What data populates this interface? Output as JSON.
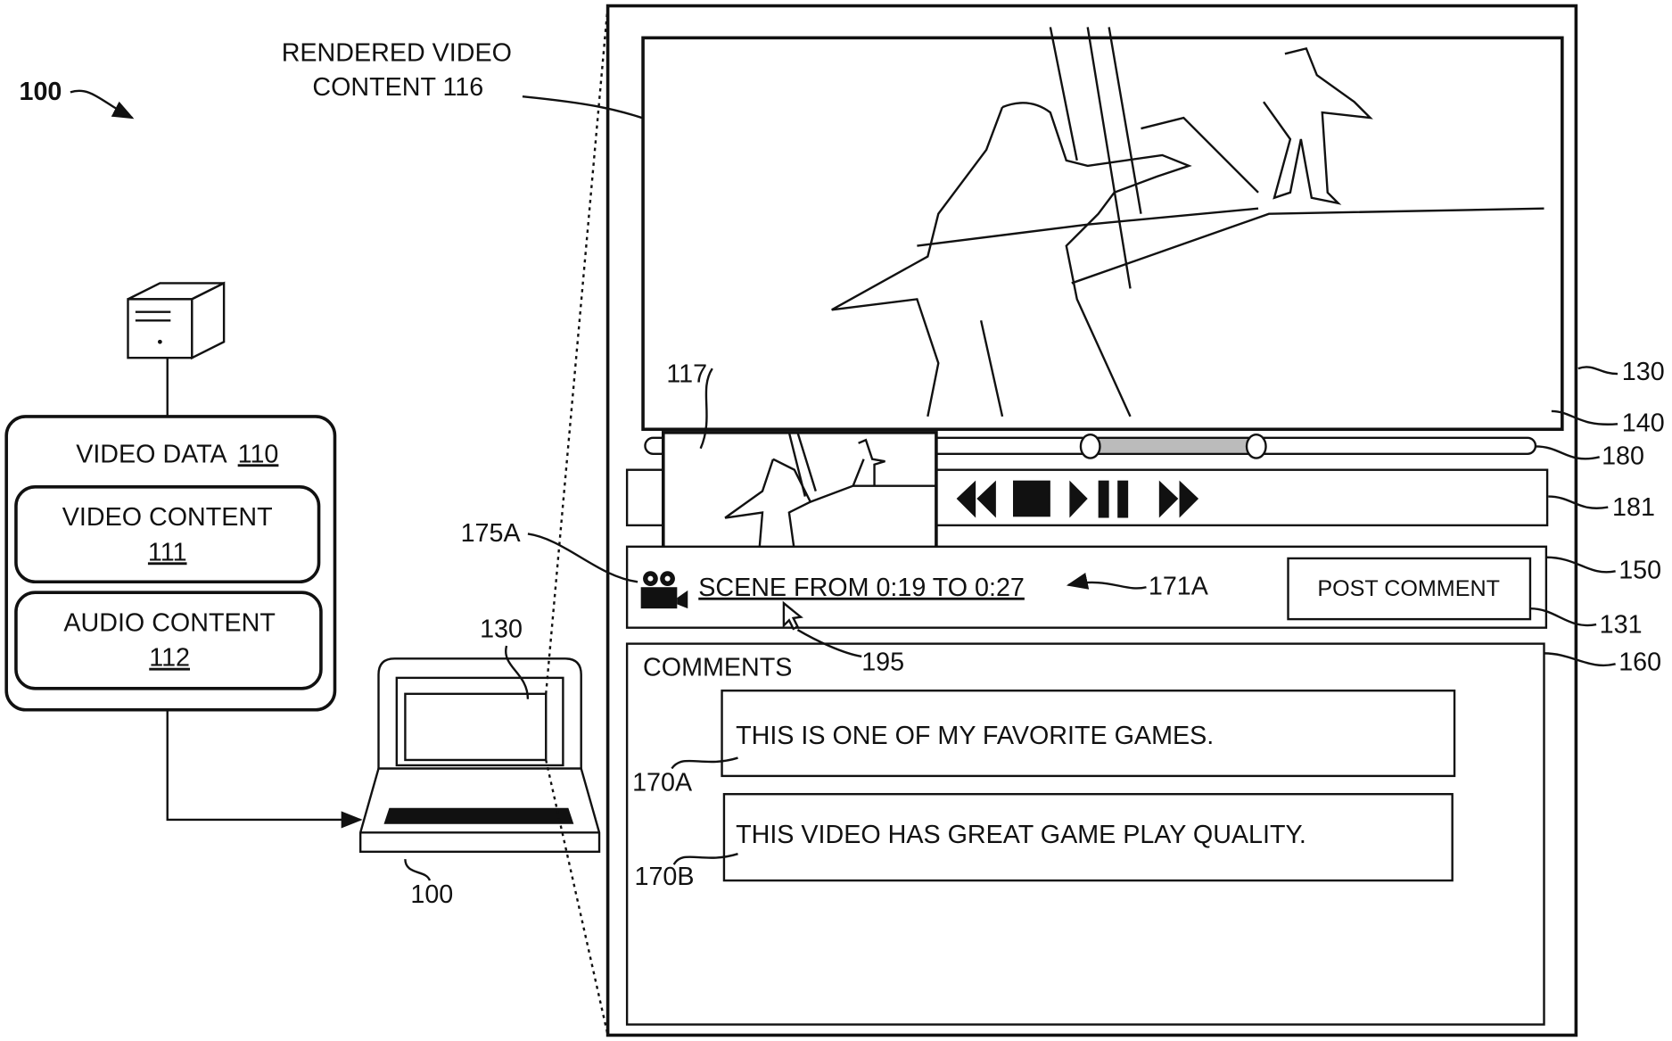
{
  "figure_ref": "100",
  "video_data": {
    "title": "VIDEO DATA",
    "ref": "110",
    "video_content": {
      "title": "VIDEO CONTENT",
      "ref": "111"
    },
    "audio_content": {
      "title": "AUDIO CONTENT",
      "ref": "112"
    }
  },
  "laptop": {
    "device_ref": "100",
    "screen_ref": "130"
  },
  "rendered_video": {
    "line1": "RENDERED VIDEO",
    "line2": "CONTENT 116"
  },
  "thumbnail_ref": "117",
  "scrubber": {
    "range_start_fraction": 0.5,
    "range_end_fraction": 0.69
  },
  "controls": [
    {
      "icon": "rewind-icon"
    },
    {
      "icon": "stop-icon"
    },
    {
      "icon": "play-pause-icon"
    },
    {
      "icon": "fast-forward-icon"
    }
  ],
  "scene_link": {
    "ref": "175A",
    "text": "SCENE FROM 0:19 TO 0:27",
    "link_ref": "171A",
    "cursor_ref": "195"
  },
  "post_comment_label": "POST COMMENT",
  "comments": {
    "title": "COMMENTS",
    "items": [
      {
        "ref": "170A",
        "text": "THIS IS ONE OF MY FAVORITE GAMES."
      },
      {
        "ref": "170B",
        "text": "THIS VIDEO HAS GREAT GAME PLAY QUALITY."
      }
    ]
  },
  "ref_labels": {
    "screen": "130",
    "video_area": "140",
    "scrubber": "180",
    "controls": "181",
    "scene_bar": "150",
    "post_button": "131",
    "comments_area": "160"
  }
}
